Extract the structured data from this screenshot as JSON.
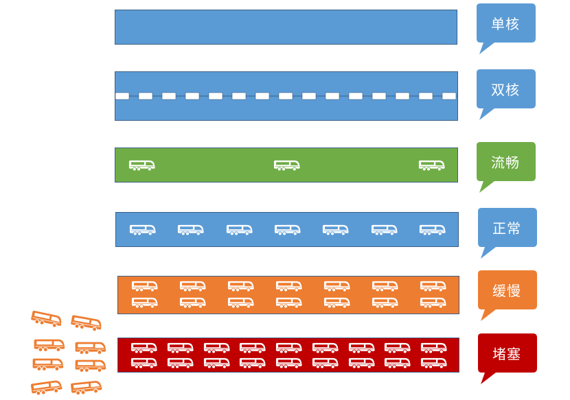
{
  "colors": {
    "blue": "#5b9bd5",
    "green": "#70ad47",
    "orange": "#ed7d31",
    "red": "#c00000",
    "bus_orange": "#ed7d31",
    "white": "#ffffff"
  },
  "rows": [
    {
      "id": "single-core",
      "label": "单核",
      "color": "blue",
      "icon": "empty-road",
      "bus_rows": 0,
      "bus_cols": 0
    },
    {
      "id": "dual-core",
      "label": "双核",
      "color": "blue",
      "icon": "dashed-lane-road",
      "bus_rows": 0,
      "bus_cols": 0
    },
    {
      "id": "smooth",
      "label": "流畅",
      "color": "green",
      "icon": "bus-icon",
      "bus_rows": 1,
      "bus_cols": 3
    },
    {
      "id": "normal",
      "label": "正常",
      "color": "blue",
      "icon": "bus-icon",
      "bus_rows": 1,
      "bus_cols": 7
    },
    {
      "id": "slow",
      "label": "缓慢",
      "color": "orange",
      "icon": "bus-icon",
      "bus_rows": 2,
      "bus_cols": 7
    },
    {
      "id": "congested",
      "label": "堵塞",
      "color": "red",
      "icon": "bus-icon",
      "bus_rows": 2,
      "bus_cols": 9
    }
  ],
  "overflow_buses": {
    "count": 8,
    "color": "bus_orange",
    "icon": "bus-icon"
  }
}
